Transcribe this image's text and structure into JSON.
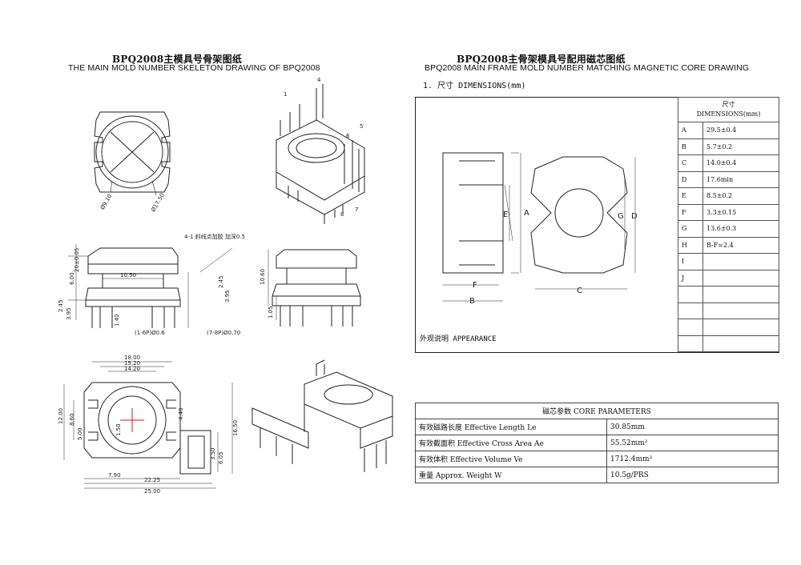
{
  "left": {
    "title_cn": "BPQ2008主模具号骨架图纸",
    "title_en": "THE MAIN MOLD NUMBER SKELETON DRAWING OF BPQ2008",
    "labels": {
      "d1": "Ø9.10",
      "d2": "Ø17.50",
      "pins_top": [
        "1",
        "4"
      ],
      "pins_side": [
        "6",
        "5",
        "8",
        "7"
      ],
      "note": "4-1 斜线点加胶 加深0.5",
      "l1": "10.50",
      "l2": "20±0.05",
      "l3": "6.00",
      "l4": "2.45",
      "l5": "3.95",
      "l6": "2.45",
      "l7": "3.95",
      "l8": "1.40",
      "l9": "(1-6P)Ø0.6",
      "l10": "(7-8P)Ø0.70",
      "l11": "10.60",
      "l12": "1.05",
      "b1": "18.00",
      "b2": "15.20",
      "b3": "14.20",
      "b4": "12.00",
      "b5": "8.60",
      "b6": "5.00",
      "b7": "1.50",
      "b8": "4.40",
      "b9": "16.50",
      "b10": "3.50",
      "b11": "6.05",
      "b12": "7.90",
      "b13": "22.25",
      "b14": "25.00"
    }
  },
  "right": {
    "title_cn": "BPQ2008主骨架模具号配用磁芯图纸",
    "title_en": "BPQ2008 MAIN FRAME MOLD NUMBER MATCHING MAGNETIC CORE DRAWING",
    "section": "1. 尺寸 DIMENSIONS(mm)",
    "appearance": "外观说明 APPEARANCE",
    "letters": {
      "A": "A",
      "E": "E",
      "F": "F",
      "B": "B",
      "G": "G",
      "D": "D",
      "C": "C"
    },
    "dim_table": {
      "header_cn": "尺寸",
      "header_en": "DIMENSIONS(mm)",
      "rows": [
        {
          "k": "A",
          "v": "29.5±0.4"
        },
        {
          "k": "B",
          "v": "5.7±0.2"
        },
        {
          "k": "C",
          "v": "14.0±0.4"
        },
        {
          "k": "D",
          "v": "17.6min"
        },
        {
          "k": "E",
          "v": "8.5±0.2"
        },
        {
          "k": "F",
          "v": "3.3±0.15"
        },
        {
          "k": "G",
          "v": "13.6±0.3"
        },
        {
          "k": "H",
          "v": "B-F=2.4"
        },
        {
          "k": "I",
          "v": ""
        },
        {
          "k": "J",
          "v": ""
        },
        {
          "k": "",
          "v": ""
        },
        {
          "k": "",
          "v": ""
        },
        {
          "k": "",
          "v": ""
        },
        {
          "k": "",
          "v": ""
        }
      ]
    },
    "core_params": {
      "header": "磁芯参数    CORE PARAMETERS",
      "rows": [
        {
          "label": "有效磁路长度 Effective Length  Le",
          "value": "30.85mm"
        },
        {
          "label": "有效截面积 Effective Cross Area Ae",
          "value": "55.52mm²"
        },
        {
          "label": "有效体积 Effective Volume Ve",
          "value": "1712.4mm³"
        },
        {
          "label": "重量 Approx. Weight W",
          "value": "10.5g/PRS"
        }
      ]
    }
  }
}
